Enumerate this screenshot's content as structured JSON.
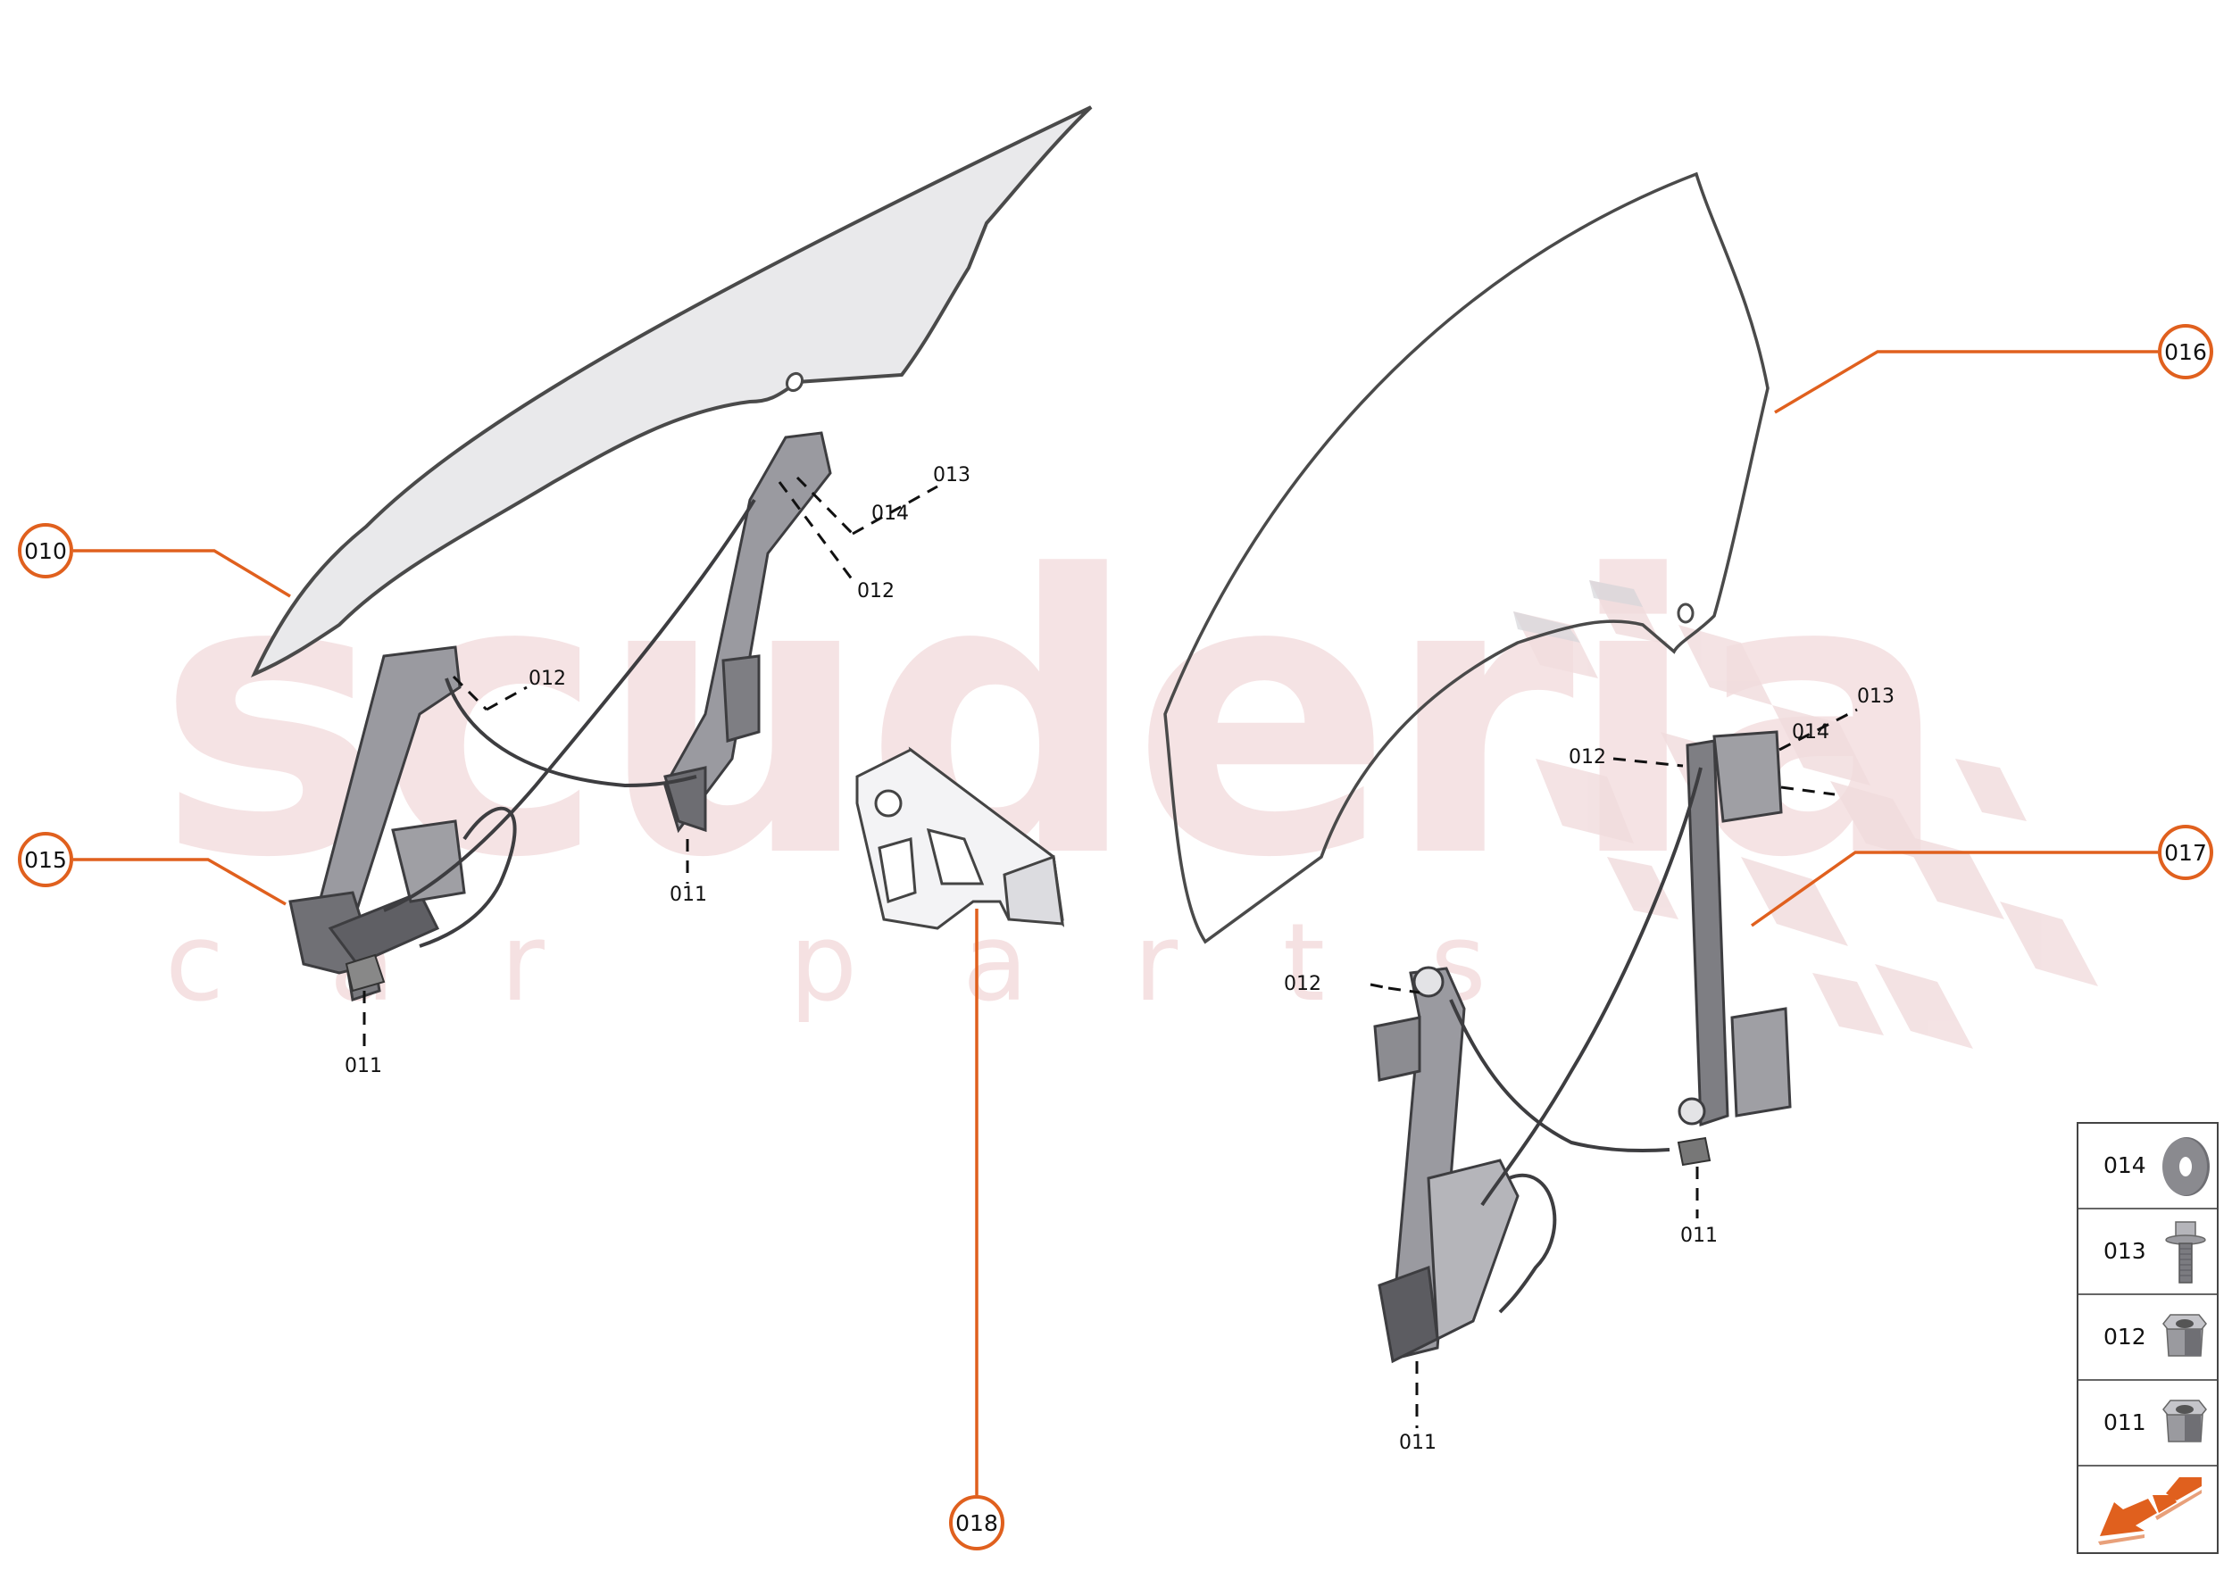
{
  "diagram": {
    "watermark": {
      "main": "scuderia",
      "sub": "car parts"
    },
    "callouts": [
      {
        "id": "010",
        "label": "010",
        "desc": "left window glass"
      },
      {
        "id": "015",
        "label": "015",
        "desc": "left window regulator"
      },
      {
        "id": "016",
        "label": "016",
        "desc": "right window glass"
      },
      {
        "id": "017",
        "label": "017",
        "desc": "right window regulator"
      },
      {
        "id": "018",
        "label": "018",
        "desc": "bracket"
      }
    ],
    "sublabels": {
      "left_012_a": "012",
      "left_012_b": "012",
      "left_013": "013",
      "left_014": "014",
      "left_011_a": "011",
      "left_011_b": "011",
      "right_012_a": "012",
      "right_012_b": "012",
      "right_013": "013",
      "right_014": "014",
      "right_011_a": "011",
      "right_011_b": "011"
    },
    "legend": [
      {
        "code": "014",
        "icon": "washer-icon"
      },
      {
        "code": "013",
        "icon": "bolt-icon"
      },
      {
        "code": "012",
        "icon": "flange-nut-icon"
      },
      {
        "code": "011",
        "icon": "flange-nut-icon"
      },
      {
        "code": "",
        "icon": "orientation-arrow-icon"
      }
    ],
    "colors": {
      "accent": "#e0601e",
      "line": "#4a4a4a",
      "glass": "#e9e9eb",
      "watermark": "#f1d5d6"
    }
  }
}
